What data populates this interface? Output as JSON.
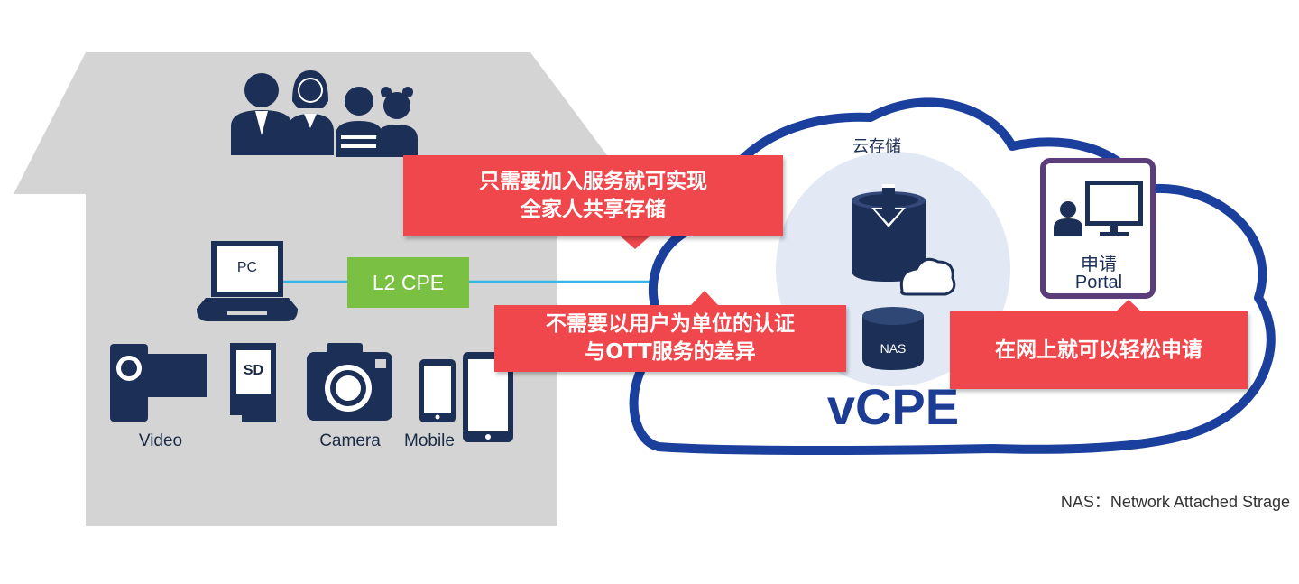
{
  "house": {
    "devices": {
      "pc": "PC",
      "sd": "SD",
      "video": "Video",
      "camera": "Camera",
      "mobile": "Mobile"
    },
    "l2cpe": "L2 CPE"
  },
  "cloud": {
    "storage_title": "云存储",
    "nas": "NAS",
    "brand": "vCPE",
    "portal_line1": "申请",
    "portal_line2": "Portal"
  },
  "callouts": {
    "share": [
      "只需要加入服务就可实现",
      "全家人共享存储"
    ],
    "auth": [
      "不需要以用户为单位的认证",
      "与OTT服务的差异"
    ],
    "apply": "在网上就可以轻松申请"
  },
  "footnote": "NAS：Network Attached Strage",
  "colors": {
    "house": "#d4d4d4",
    "navy": "#1c2f57",
    "cloud_outline": "#1b3f9c",
    "callout_red": "#f0474c",
    "cpe_green": "#7ac143",
    "link_line": "#33b5e5"
  }
}
